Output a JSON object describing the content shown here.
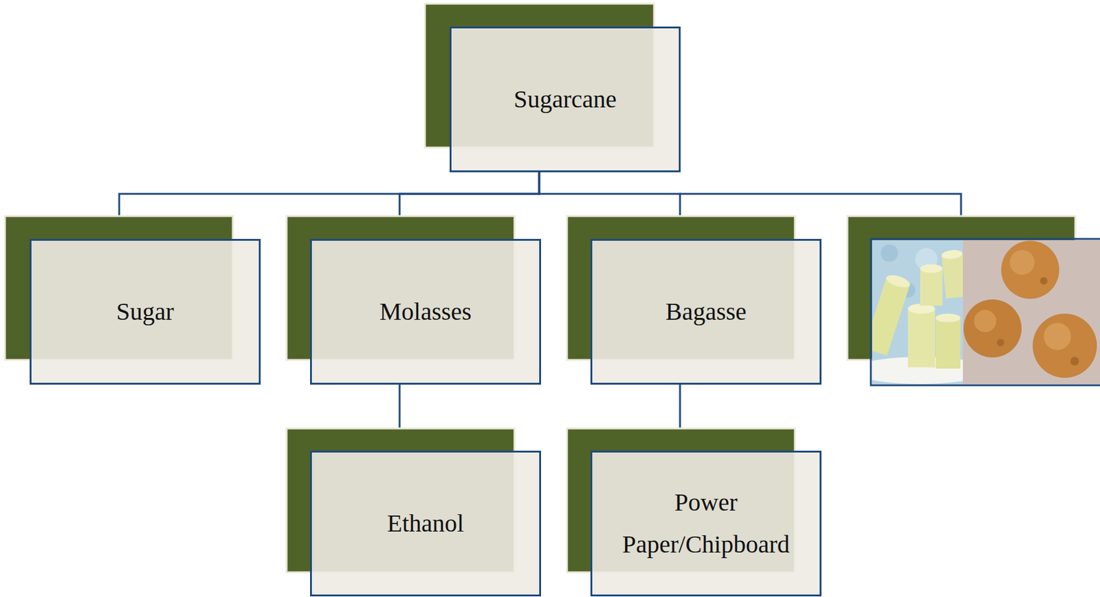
{
  "diagram": {
    "nodes": [
      {
        "text": [
          "Sugarcane"
        ]
      },
      {
        "text": [
          "Sugar"
        ]
      },
      {
        "text": [
          "Molasses"
        ]
      },
      {
        "text": [
          "Bagasse"
        ]
      },
      {
        "text": [
          "Ethanol"
        ]
      },
      {
        "text": [
          "Power",
          "Paper/Chipboard"
        ]
      }
    ],
    "edges": [
      {
        "from": 0,
        "to": 1,
        "arrow": "none"
      },
      {
        "from": 0,
        "to": 2,
        "arrow": "none"
      },
      {
        "from": 0,
        "to": 3,
        "arrow": "none"
      },
      {
        "from": 2,
        "to": 4,
        "arrow": "none"
      },
      {
        "from": 3,
        "to": 5,
        "arrow": "none"
      }
    ]
  }
}
